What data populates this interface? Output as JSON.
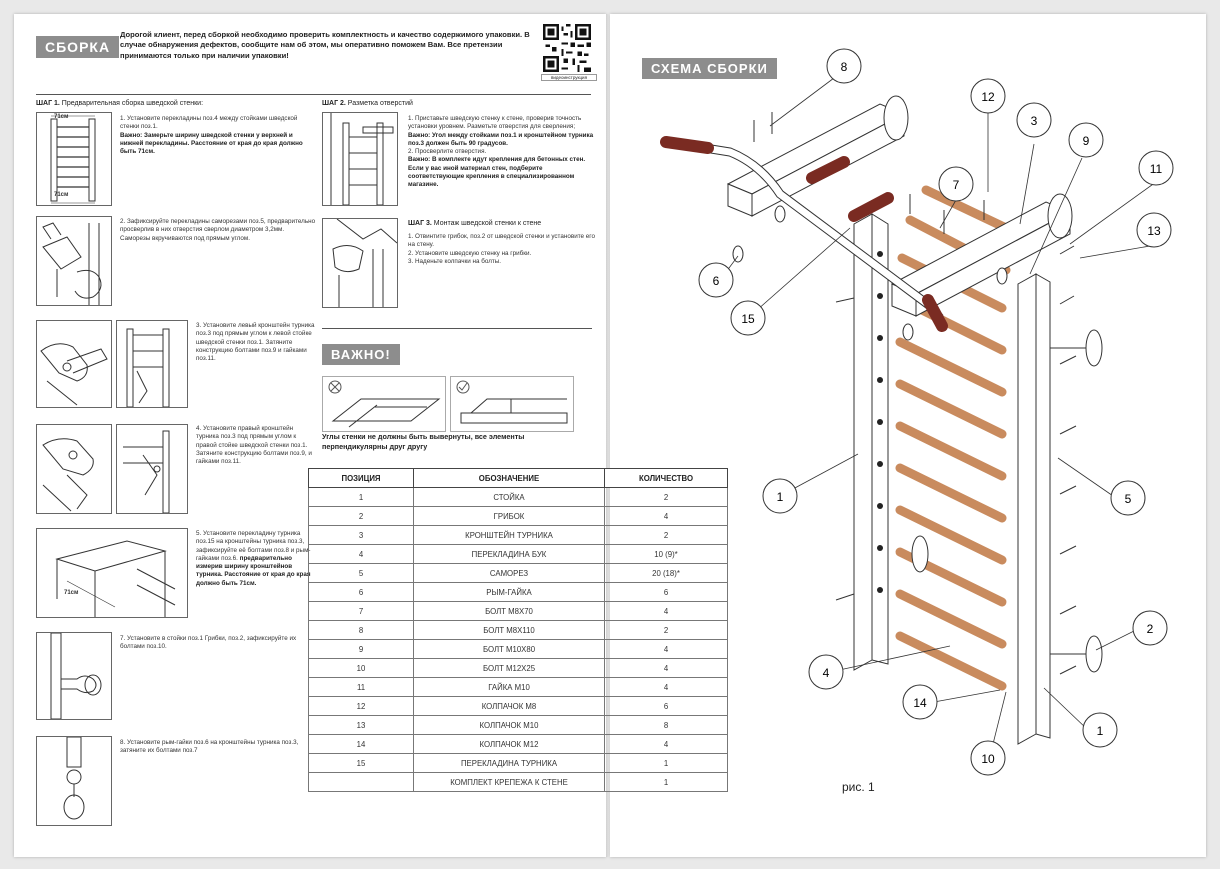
{
  "left_page": {
    "assembly_tag": "СБОРКА",
    "intro": "Дорогой клиент, перед сборкой необходимо проверить комплектность и качество содержимого упаковки. В случае обнаружения дефектов, сообщите нам об этом, мы оперативно поможем Вам. Все претензии принимаются только при наличии упаковки!",
    "qr_caption": "видеоинструкция",
    "step1_heading": "ШАГ 1.",
    "step1_title": "Предварительная сборка шведской стенки:",
    "s1_text": "1. Установите перекладины поз.4 между стойками шведской стенки поз.1.",
    "s1_note": "Важно: Замерьте ширину шведской стенки у верхней и нижней перекладины. Расстояние от края до края должно быть 71см.",
    "s1_dim_top": "71см",
    "s1_dim_bottom": "71см",
    "s2_text": "2. Зафиксируйте перекладины саморезами поз.5, предварительно просверлив в них отверстия сверлом диаметром 3,2мм. Саморезы вкручиваются под прямым углом.",
    "s3_text": "3. Установите левый кронштейн турника поз.3 под прямым углом к левой стойке шведской стенки поз.1. Затяните конструкцию болтами поз.9 и гайками поз.11.",
    "s4_text": "4. Установите правый кронштейн турника поз.3 под прямым углом к правой стойке шведской стенки поз.1. Затяните конструкцию болтами поз.9, и гайками поз.11.",
    "s5_text": "5. Установите перекладину турника поз.15 на кронштейны турника поз.3, зафиксируйте её болтами поз.8 и рым-гайками поз.6.",
    "s5_note": "предварительно измерив ширину кронштейнов турника. Расстояние от края до края должно быть 71см.",
    "s5_dim": "71см",
    "s7_text": "7. Установите в стойки поз.1 Грибки, поз.2, зафиксируйте их болтами поз.10.",
    "s8_text": "8. Установите рым-гайки поз.6 на кронштейны турника поз.3, затяните их болтами поз.7",
    "step2_heading": "ШАГ 2.",
    "step2_title": "Разметка отверстий",
    "st2_text": "1. Приставьте шведскую стенку к стене, проверив точность установки уровнем. Разметьте отверстия для сверления;",
    "st2_note": "Важно: Угол между стойками поз.1 и кронштейном турника поз.3 должен быть 90 градусов.",
    "st2_text2": "2. Просверлите отверстия.",
    "st2_note2": "Важно: В комплекте идут крепления для бетонных стен. Если у вас иной материал стен, подберите соответствующие крепления в специализированном магазине.",
    "step3_heading": "ШАГ 3.",
    "step3_title": "Монтаж шведской стенки к стене",
    "st3_lines": [
      "1. Отвинтите грибок, поз.2 от шведской стенки и установите его на стену.",
      "2. Установите шведскую стенку на грибки.",
      "3. Наденьте колпачки на болты."
    ],
    "important_tag": "ВАЖНО!",
    "warning": "Углы стенки не должны быть вывернуты, все элементы перпендикулярны друг другу"
  },
  "parts_table": {
    "headers": [
      "ПОЗИЦИЯ",
      "ОБОЗНАЧЕНИЕ",
      "КОЛИЧЕСТВО"
    ],
    "rows": [
      [
        "1",
        "СТОЙКА",
        "2"
      ],
      [
        "2",
        "ГРИБОК",
        "4"
      ],
      [
        "3",
        "КРОНШТЕЙН ТУРНИКА",
        "2"
      ],
      [
        "4",
        "ПЕРЕКЛАДИНА БУК",
        "10 (9)*"
      ],
      [
        "5",
        "САМОРЕЗ",
        "20 (18)*"
      ],
      [
        "6",
        "РЫМ-ГАЙКА",
        "6"
      ],
      [
        "7",
        "БОЛТ М8Х70",
        "4"
      ],
      [
        "8",
        "БОЛТ М8Х110",
        "2"
      ],
      [
        "9",
        "БОЛТ М10Х80",
        "4"
      ],
      [
        "10",
        "БОЛТ М12Х25",
        "4"
      ],
      [
        "11",
        "ГАЙКА М10",
        "4"
      ],
      [
        "12",
        "КОЛПАЧОК М8",
        "6"
      ],
      [
        "13",
        "КОЛПАЧОК М10",
        "8"
      ],
      [
        "14",
        "КОЛПАЧОК М12",
        "4"
      ],
      [
        "15",
        "ПЕРЕКЛАДИНА ТУРНИКА",
        "1"
      ],
      [
        "",
        "КОМПЛЕКТ КРЕПЕЖА К СТЕНЕ",
        "1"
      ]
    ]
  },
  "right_page": {
    "scheme_tag": "СХЕМА СБОРКИ",
    "figure_caption": "рис. 1",
    "callouts": [
      "8",
      "12",
      "3",
      "9",
      "11",
      "7",
      "13",
      "6",
      "15",
      "1",
      "5",
      "2",
      "4",
      "14",
      "10",
      "1"
    ],
    "colors": {
      "wood": "#c98b5e",
      "grip": "#7a2b22",
      "line": "#333333",
      "tag": "#8d8d8d"
    }
  }
}
